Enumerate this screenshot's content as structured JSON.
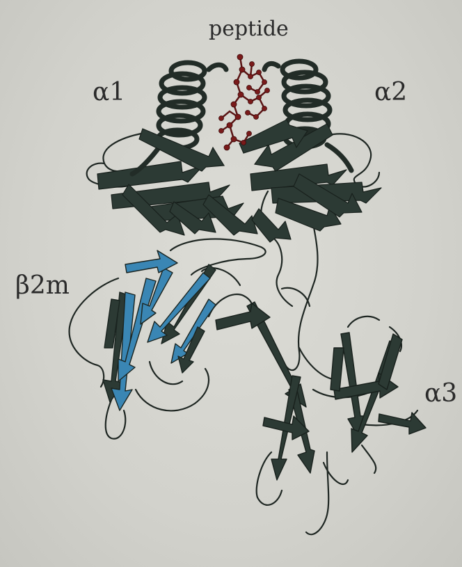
{
  "labels": {
    "peptide": "peptide",
    "alpha1": "α1",
    "alpha2": "α2",
    "beta2m": "β2m",
    "alpha3": "α3"
  },
  "colors": {
    "background": "#d6d6d0",
    "heavy_chain": "#2c3a34",
    "beta2m_sheet": "#3a86b4",
    "peptide": "#7a1a1a",
    "text": "#2a2a2a"
  }
}
